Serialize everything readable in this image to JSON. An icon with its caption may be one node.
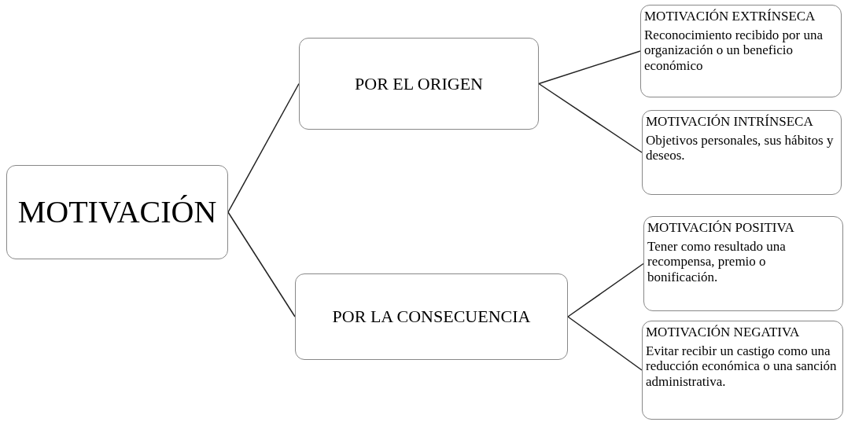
{
  "diagram": {
    "nodes": [
      {
        "text": [
          "MOTIVACIÓN"
        ]
      },
      {
        "text": [
          "POR EL ORIGEN"
        ]
      },
      {
        "text": [
          "POR LA CONSECUENCIA"
        ]
      },
      {
        "text": [
          "MOTIVACIÓN EXTRÍNSECA",
          "Reconocimiento recibido por una organización o un beneficio económico"
        ]
      },
      {
        "text": [
          "MOTIVACIÓN INTRÍNSECA",
          "Objetivos personales, sus hábitos y deseos."
        ]
      },
      {
        "text": [
          "MOTIVACIÓN POSITIVA",
          "Tener como resultado una recompensa, premio o bonificación."
        ]
      },
      {
        "text": [
          "MOTIVACIÓN NEGATIVA",
          "Evitar recibir un castigo como una reducción económica o una sanción administrativa."
        ]
      }
    ],
    "edges": [
      {
        "from": 0,
        "to": 1,
        "arrow": "none"
      },
      {
        "from": 0,
        "to": 2,
        "arrow": "none"
      },
      {
        "from": 1,
        "to": 3,
        "arrow": "none"
      },
      {
        "from": 1,
        "to": 4,
        "arrow": "none"
      },
      {
        "from": 2,
        "to": 5,
        "arrow": "none"
      },
      {
        "from": 2,
        "to": 6,
        "arrow": "none"
      }
    ]
  }
}
